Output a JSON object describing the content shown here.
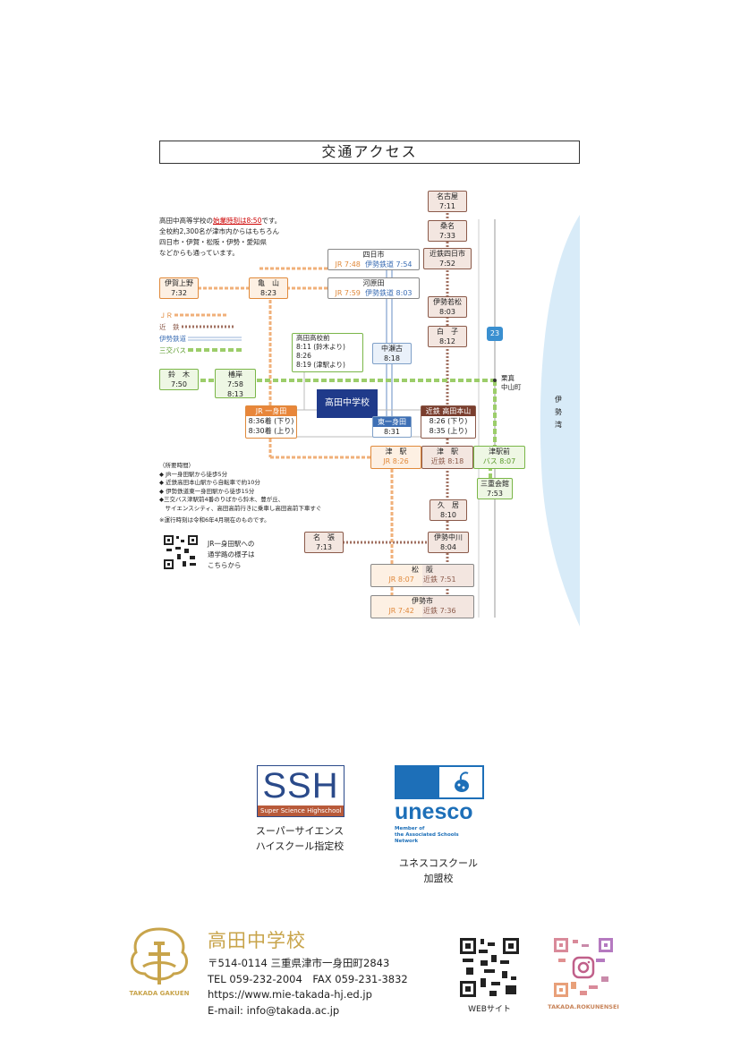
{
  "title": "交通アクセス",
  "intro": {
    "line1a": "高田中高等学校の",
    "line1b": "始業時刻は8:50",
    "line1c": "です。",
    "line2": "全校約2,300名が津市内からはもちろん",
    "line3": "四日市・伊賀・松阪・伊勢・愛知県",
    "line4": "などからも通っています。"
  },
  "legend": {
    "jr": "ＪＲ",
    "kintetsu": "近　鉄",
    "ise": "伊勢鉄道",
    "bus": "三交バス"
  },
  "stations": {
    "nagoya": {
      "name": "名古屋",
      "time": "7:11"
    },
    "kuwana": {
      "name": "桑名",
      "time": "7:33"
    },
    "kintetsu_yokkaichi": {
      "name": "近鉄四日市",
      "time": "7:52"
    },
    "yokkaichi": {
      "name": "四日市",
      "jr": "JR 7:48",
      "ise": "伊勢鉄道 7:54"
    },
    "kawarada": {
      "name": "河原田",
      "jr": "JR 7:59",
      "ise": "伊勢鉄道 8:03"
    },
    "iga_ueno": {
      "name": "伊賀上野",
      "time": "7:32"
    },
    "kameyama": {
      "name": "亀　山",
      "time": "8:23"
    },
    "ise_wakamatsu": {
      "name": "伊勢若松",
      "time": "8:03"
    },
    "shiroko": {
      "name": "白　子",
      "time": "8:12"
    },
    "nakaseko": {
      "name": "中瀬古",
      "time": "8:18"
    },
    "suzuka": {
      "name": "鈴　木",
      "time": "7:50"
    },
    "tsubaki": {
      "name": "椿岸",
      "time1": "7:58",
      "time2": "8:13"
    },
    "jr_isshinden": {
      "name": "JR 一身田",
      "t1": "8:36着 (下り)",
      "t2": "8:30着 (上り)"
    },
    "higashi_isshinden": {
      "name": "東一身田",
      "time": "8:31"
    },
    "takadahonzan": {
      "name": "近鉄 高田本山",
      "t1": "8:26 (下り)",
      "t2": "8:35 (上り)"
    },
    "tsu_jr": {
      "name": "津　駅",
      "line": "JR 8:26"
    },
    "tsu_km": {
      "name": "津　駅",
      "line": "近鉄 8:18"
    },
    "tsu_bus": {
      "name": "津駅前",
      "line": "バス 8:07"
    },
    "mie_kaikan": {
      "name": "三重会館",
      "time": "7:53"
    },
    "hisai": {
      "name": "久　居",
      "time": "8:10"
    },
    "nabari": {
      "name": "名　張",
      "time": "7:13"
    },
    "ise_nakagawa": {
      "name": "伊勢中川",
      "time": "8:04"
    },
    "matsusaka": {
      "name": "松　阪",
      "jr": "JR 8:07",
      "km": "近鉄 7:51"
    },
    "iseshi": {
      "name": "伊勢市",
      "jr": "JR 7:42",
      "km": "近鉄 7:36"
    }
  },
  "bus_stop": {
    "name": "高田高校前",
    "l1": "8:11 (鈴木より)",
    "l2": "8:26",
    "l3": "8:19 (津駅より)"
  },
  "kuriya": {
    "l1": "栗真",
    "l2": "中山町"
  },
  "route_badge": "23",
  "sea": "伊　勢　湾",
  "school": "高田中学校",
  "notes": {
    "header": "（所要時間）",
    "n1": "◆ JR一身田駅から徒歩5分",
    "n2": "◆ 近鉄高田本山駅から自転車で約10分",
    "n3": "◆ 伊勢鉄道東一身田駅から徒歩15分",
    "n4": "◆三交バス津駅前4番のりばから鈴木、豊が丘、",
    "n5": "　サイエンスシティ、高田高前行きに乗車し高田高前下車すぐ",
    "n6": "※運行時刻は令和6年4月現在のものです。"
  },
  "qr_caption": {
    "l1": "JR一身田駅への",
    "l2": "通学路の様子は",
    "l3": "こちらから"
  },
  "ssh": {
    "logo": "SSH",
    "sub": "Super Science Highschool",
    "cap1": "スーパーサイエンス",
    "cap2": "ハイスクール指定校"
  },
  "unesco": {
    "logo": "unesco",
    "sub1": "Member of",
    "sub2": "the Associated Schools",
    "sub3": "Network",
    "cap1": "ユネスコスクール",
    "cap2": "加盟校"
  },
  "footer": {
    "name": "高田中学校",
    "address": "〒514-0114 三重県津市一身田町2843",
    "tel": "TEL 059-232-2004　FAX 059-231-3832",
    "url": "https://www.mie-takada-hj.ed.jp",
    "email": "E-mail: info@takada.ac.jp",
    "logo_text": "TAKADA GAKUEN",
    "web_label": "WEBサイト",
    "insta_label": "TAKADA.ROKUNENSEI"
  },
  "colors": {
    "jr": "#e08a3c",
    "kintetsu": "#8b5a4a",
    "ise": "#7fa0c8",
    "bus": "#7ab648",
    "school": "#1f3a8a",
    "gold": "#c8a44b"
  }
}
